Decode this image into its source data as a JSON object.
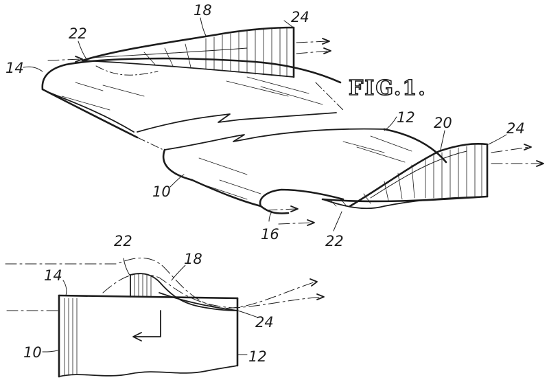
{
  "figure": {
    "title": "FIG.1.",
    "labels": {
      "l18_top": "18",
      "l24_top": "24",
      "l22_top": "22",
      "l14_top": "14",
      "l12_mid": "12",
      "l20": "20",
      "l24_right": "24",
      "l10_mid": "10",
      "l16": "16",
      "l22_bottom": "22",
      "l22_lower": "22",
      "l18_lower": "18",
      "l14_lower": "14",
      "l24_lower": "24",
      "l10_lower": "10",
      "l12_lower": "12"
    }
  }
}
